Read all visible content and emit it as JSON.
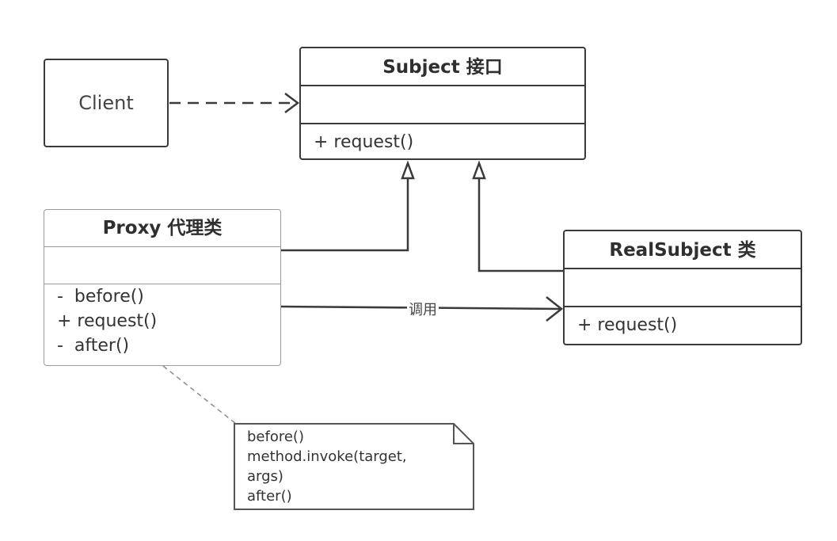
{
  "client": {
    "label": "Client"
  },
  "subject": {
    "title": "Subject 接口",
    "operations": [
      "+ request()"
    ]
  },
  "proxy": {
    "title": "Proxy 代理类",
    "operations": [
      "-  before()",
      "+ request()",
      "-  after()"
    ]
  },
  "real_subject": {
    "title": "RealSubject 类",
    "operations": [
      "+ request()"
    ]
  },
  "call_label": "调用",
  "note": {
    "lines": [
      "before()",
      "method.invoke(target,",
      "args)",
      "after()"
    ]
  },
  "colors": {
    "stroke": "#3a3a3a",
    "light_stroke": "#9a9a9a",
    "text": "#333333",
    "background": "#ffffff"
  }
}
